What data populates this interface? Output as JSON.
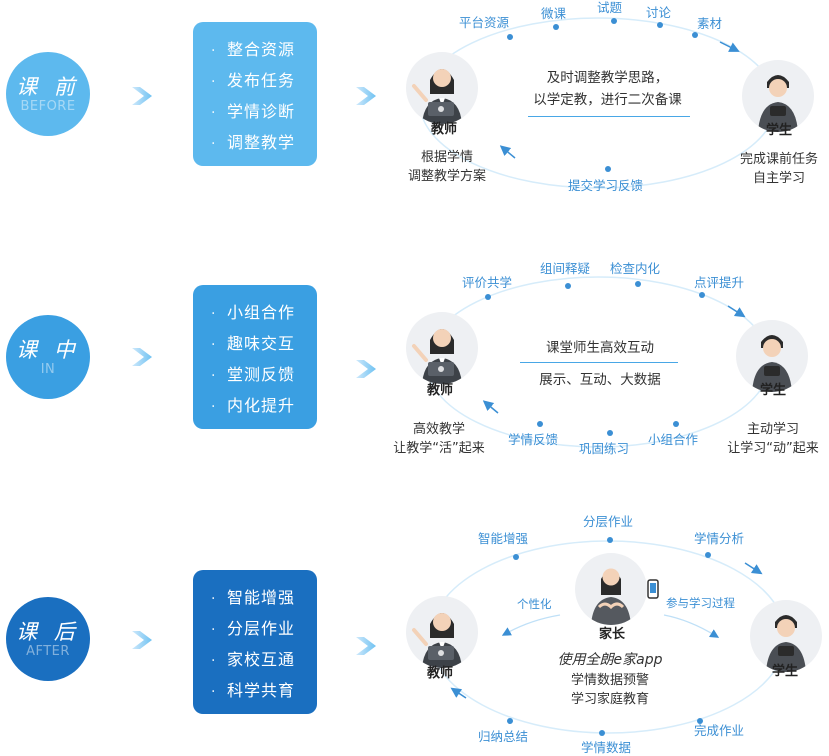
{
  "stages": [
    {
      "title": "课 前",
      "subtitle": "BEFORE",
      "tasks": [
        "整合资源",
        "发布任务",
        "学情诊断",
        "调整教学"
      ],
      "teacher": "教师",
      "student": "学生",
      "center": [
        "及时调整教学思路，",
        "以学定教，进行二次备课"
      ],
      "top_labels": [
        "平台资源",
        "微课",
        "试题",
        "讨论",
        "素材"
      ],
      "bottom_labels": [
        "提交学习反馈"
      ],
      "teacher_caption": [
        "根据学情",
        "调整教学方案"
      ],
      "student_caption": [
        "完成课前任务",
        "自主学习"
      ]
    },
    {
      "title": "课 中",
      "subtitle": "IN",
      "tasks": [
        "小组合作",
        "趣味交互",
        "堂测反馈",
        "内化提升"
      ],
      "teacher": "教师",
      "student": "学生",
      "center": [
        "课堂师生高效互动",
        "展示、互动、大数据"
      ],
      "top_labels": [
        "评价共学",
        "组间释疑",
        "检查内化",
        "点评提升"
      ],
      "bottom_labels": [
        "学情反馈",
        "巩固练习",
        "小组合作"
      ],
      "teacher_caption": [
        "高效教学",
        "让教学“活”起来"
      ],
      "student_caption": [
        "主动学习",
        "让学习“动”起来"
      ]
    },
    {
      "title": "课 后",
      "subtitle": "AFTER",
      "tasks": [
        "智能增强",
        "分层作业",
        "家校互通",
        "科学共育"
      ],
      "teacher": "教师",
      "student": "学生",
      "parent": "家长",
      "app_title": "使用全朗e家app",
      "parent_caption": [
        "学情数据预警",
        "学习家庭教育"
      ],
      "top_labels": [
        "智能增强",
        "分层作业",
        "学情分析"
      ],
      "bottom_labels": [
        "归纳总结",
        "学情数据",
        "完成作业"
      ],
      "left_inner": "个性化",
      "right_inner": "参与学习过程"
    }
  ],
  "colors": {
    "accent": "#3b8fd4",
    "stage1": "#5db9ee",
    "stage2": "#3a9fe2",
    "stage3": "#1a6fc0"
  }
}
